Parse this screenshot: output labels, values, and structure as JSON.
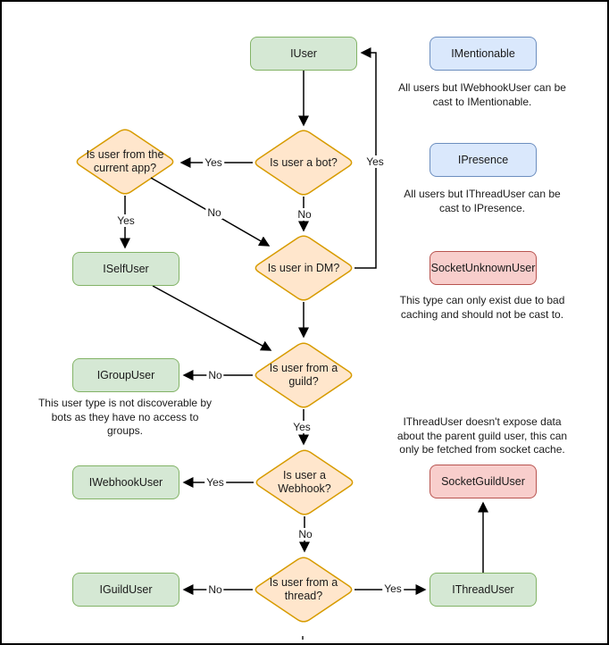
{
  "nodes": {
    "iuser": {
      "label": "IUser"
    },
    "imentionable": {
      "label": "IMentionable"
    },
    "ipresence": {
      "label": "IPresence"
    },
    "socket_unknown": {
      "label": "SocketUnknownUser"
    },
    "iself_user": {
      "label": "ISelfUser"
    },
    "igroup_user": {
      "label": "IGroupUser"
    },
    "iwebhook_user": {
      "label": "IWebhookUser"
    },
    "iguild_user": {
      "label": "IGuildUser"
    },
    "ithread_user": {
      "label": "IThreadUser"
    },
    "socket_guild_user": {
      "label": "SocketGuildUser"
    }
  },
  "decisions": {
    "is_bot": {
      "label": "Is user a bot?"
    },
    "is_current_app": {
      "label": "Is user from the current app?"
    },
    "is_dm": {
      "label": "Is user in DM?"
    },
    "is_guild": {
      "label": "Is user from a guild?"
    },
    "is_webhook": {
      "label": "Is user a Webhook?"
    },
    "is_thread": {
      "label": "Is user from a thread?"
    }
  },
  "edge_labels": {
    "bot_yes": "Yes",
    "bot_no": "No",
    "current_app_yes": "Yes",
    "current_app_no": "No",
    "dm_yes": "Yes",
    "guild_no": "No",
    "guild_yes": "Yes",
    "webhook_yes": "Yes",
    "webhook_no": "No",
    "thread_no": "No",
    "thread_yes": "Yes"
  },
  "annotations": {
    "imentionable_note": {
      "lines": [
        "All users but IWebhookUser can be",
        "cast to IMentionable."
      ]
    },
    "ipresence_note": {
      "lines": [
        "All users but IThreadUser can be",
        "cast to IPresence."
      ]
    },
    "socket_unknown_note": {
      "lines": [
        "This type can only exist due to bad",
        "caching and should not be cast to."
      ]
    },
    "igroup_note": {
      "lines": [
        "This user type is not discoverable by",
        "bots as they have no access to",
        "groups."
      ]
    },
    "ithread_note": {
      "lines": [
        "IThreadUser doesn't expose data",
        "about the parent guild user, this can",
        "only be fetched from socket cache."
      ]
    }
  },
  "colors": {
    "interface_fill": "#d5e8d4",
    "interface_stroke": "#82b366",
    "castable_fill": "#dae8fc",
    "castable_stroke": "#6c8ebf",
    "socket_fill": "#f8cecc",
    "socket_stroke": "#b85450",
    "decision_fill": "#ffe6cc",
    "decision_stroke": "#d79b00",
    "edge_stroke": "#000000"
  }
}
